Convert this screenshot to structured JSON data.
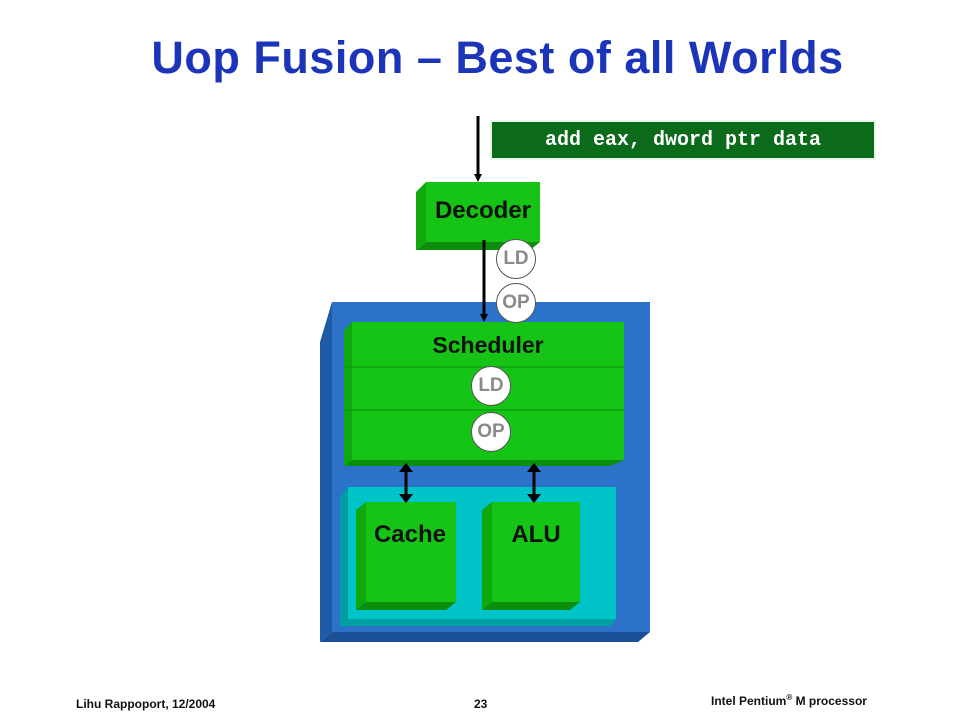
{
  "slide": {
    "title": "Uop Fusion – Best of all Worlds",
    "instruction": "add eax, dword ptr data"
  },
  "diagram": {
    "decoder": "Decoder",
    "scheduler": "Scheduler",
    "cache": "Cache",
    "alu": "ALU",
    "uops_decoder": [
      "LD",
      "OP"
    ],
    "uops_scheduler": [
      "LD",
      "OP"
    ]
  },
  "footer": {
    "author_date": "Lihu Rappoport,  12/2004",
    "page_number": "23",
    "product_prefix": "Intel Pentium",
    "product_mark": "®",
    "product_suffix": " M processor"
  },
  "colors": {
    "title": "#1c35b8",
    "green_block": "#16c416",
    "outer_blue": "#2b72c8",
    "inner_cyan": "#00c4c8",
    "instruction_bg": "#0b6b1b"
  }
}
